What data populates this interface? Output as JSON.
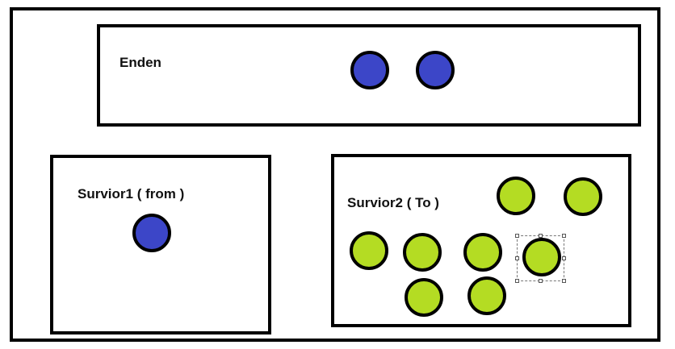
{
  "colors": {
    "young": "#3c46c8",
    "survivor": "#b4dc23",
    "border": "#000000"
  },
  "regions": {
    "eden": {
      "label": "Enden"
    },
    "s1": {
      "label": "Survior1 ( from )"
    },
    "s2": {
      "label": "Survior2 ( To )"
    }
  },
  "objects": {
    "eden": 2,
    "survivor1": 1,
    "survivor2": 8
  },
  "selection": {
    "visible": true
  }
}
